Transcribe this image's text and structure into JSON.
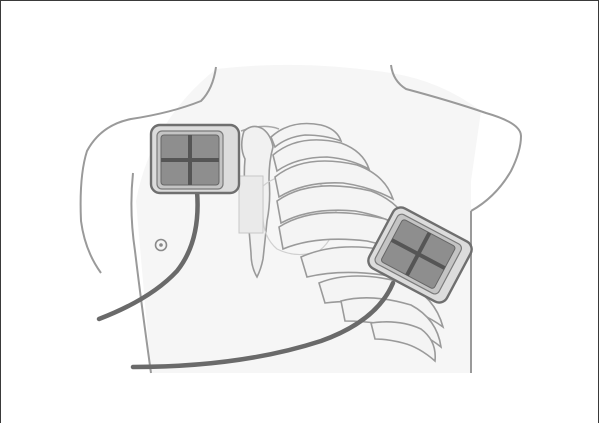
{
  "figure": {
    "subject": "defibrillator-pad-placement",
    "colors": {
      "background": "#ffffff",
      "frame": "#3a3a3a",
      "outline": "#9a9a9a",
      "rib_fill": "#f3f3f3",
      "shading": "#eeeeee",
      "pad_border": "#6f6f6f",
      "pad_face": "#c8c8c8",
      "pad_gel": "#8c8c8c",
      "pad_cross": "#5a5a5a",
      "cable": "#6a6a6a"
    },
    "pads": [
      {
        "id": "sternal-pad",
        "label": ""
      },
      {
        "id": "apical-pad",
        "label": ""
      }
    ],
    "cables": [
      {
        "id": "sternal-pad-cable"
      },
      {
        "id": "apical-pad-cable"
      }
    ]
  }
}
